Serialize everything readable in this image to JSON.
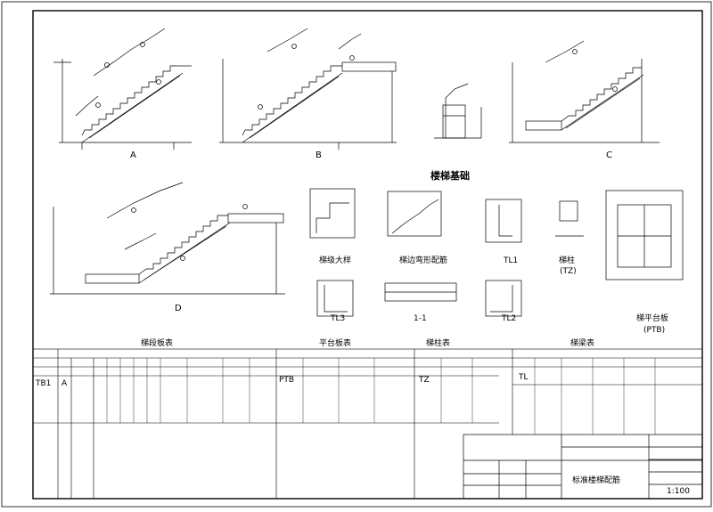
{
  "stair_types": [
    "A",
    "B",
    "C",
    "D"
  ],
  "details": {
    "foundation_title": "楼梯基础",
    "tread_joint": "梯级大样",
    "bent_joint": "梯边弯形配筋",
    "tl1": "TL1",
    "column_label": "梯柱",
    "column_code": "(TZ)",
    "tl2": "TL2",
    "tl3": "TL3",
    "section_1_1": "1-1",
    "platform_slab": "梯平台板",
    "platform_code": "(PTB)"
  },
  "tables": {
    "stair_table_title": "梯段板表",
    "platform_table_title": "平台板表",
    "column_table_title": "梯柱表",
    "beam_table_title": "梯梁表",
    "stair_row_id": "TB1",
    "stair_row_type": "A",
    "platform_row_id": "PTB",
    "column_row_id": "TZ",
    "beam_row_id": "TL"
  },
  "title_block": {
    "drawing_name": "标准楼梯配筋",
    "scale": "1:100"
  }
}
